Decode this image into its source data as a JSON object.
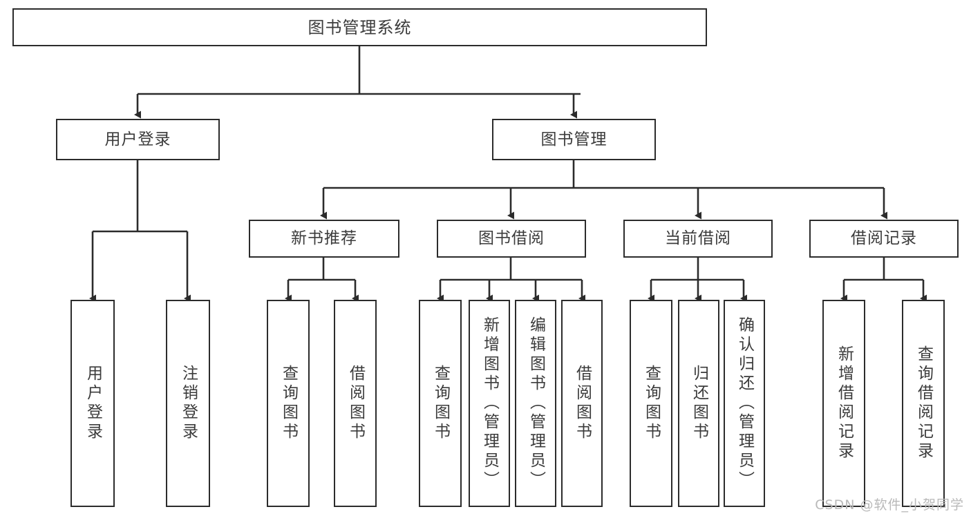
{
  "diagram": {
    "title": "图书管理系统",
    "type": "tree-hierarchy",
    "watermark": "CSDN @软件_小贺同学",
    "line_color": "#2b2b2b",
    "text_color": "#3b3b3b",
    "background": "#ffffff"
  },
  "nodes": {
    "root": {
      "label": "图书管理系统"
    },
    "level2": [
      {
        "key": "user_login",
        "label": "用户登录"
      },
      {
        "key": "book_manage",
        "label": "图书管理"
      }
    ],
    "level3": [
      {
        "key": "new_book_rec",
        "label": "新书推荐"
      },
      {
        "key": "book_borrow",
        "label": "图书借阅"
      },
      {
        "key": "current_borrow",
        "label": "当前借阅"
      },
      {
        "key": "borrow_record",
        "label": "借阅记录"
      }
    ],
    "leaves": {
      "user_login": [
        {
          "key": "leaf_user_login",
          "label": "用户登录"
        },
        {
          "key": "leaf_logout",
          "label": "注销登录"
        }
      ],
      "new_book_rec": [
        {
          "key": "leaf_query_book_1",
          "label": "查询图书"
        },
        {
          "key": "leaf_borrow_book_1",
          "label": "借阅图书"
        }
      ],
      "book_borrow": [
        {
          "key": "leaf_query_book_2",
          "label": "查询图书"
        },
        {
          "key": "leaf_add_book",
          "label": "新增图书（管理员）"
        },
        {
          "key": "leaf_edit_book",
          "label": "编辑图书（管理员）"
        },
        {
          "key": "leaf_borrow_book_2",
          "label": "借阅图书"
        }
      ],
      "current_borrow": [
        {
          "key": "leaf_query_book_3",
          "label": "查询图书"
        },
        {
          "key": "leaf_return_book",
          "label": "归还图书"
        },
        {
          "key": "leaf_confirm_return",
          "label": "确认归还（管理员）"
        }
      ],
      "borrow_record": [
        {
          "key": "leaf_add_record",
          "label": "新增借阅记录"
        },
        {
          "key": "leaf_query_record",
          "label": "查询借阅记录"
        }
      ]
    }
  }
}
